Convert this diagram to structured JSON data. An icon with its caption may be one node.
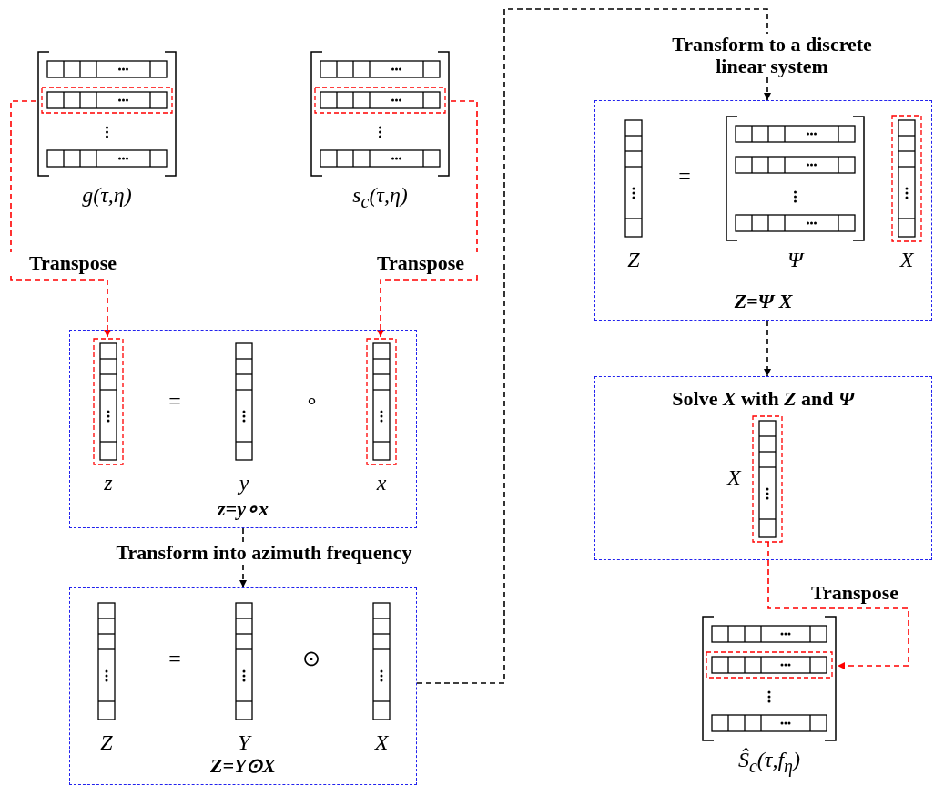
{
  "diagram": {
    "nodes": [
      {
        "text": [
          "g(τ,η)"
        ]
      },
      {
        "text": [
          "s$_{c}$(τ,η)"
        ]
      },
      {
        "text": [
          "z=y∘x"
        ]
      },
      {
        "text": [
          "z"
        ],
        "in": 2
      },
      {
        "text": [
          "y"
        ],
        "in": 2
      },
      {
        "text": [
          "x"
        ],
        "in": 2
      },
      {
        "text": [
          "Z=Y⊙X"
        ]
      },
      {
        "text": [
          "Z"
        ],
        "in": 6
      },
      {
        "text": [
          "Y"
        ],
        "in": 6
      },
      {
        "text": [
          "X"
        ],
        "in": 6
      },
      {
        "text": [
          "Z=Ψ X"
        ]
      },
      {
        "text": [
          "Z"
        ],
        "in": 10
      },
      {
        "text": [
          "Ψ"
        ],
        "in": 10
      },
      {
        "text": [
          "X"
        ],
        "in": 10
      },
      {
        "text": [
          "Solve *X* with *Z* and *Ψ*"
        ]
      },
      {
        "text": [
          "X"
        ],
        "in": 14
      },
      {
        "text": [
          "Ŝ$_{c}$(τ,f$_{η}$)"
        ]
      }
    ],
    "edges": [
      {
        "from": 0,
        "to": 3,
        "arrow": "to",
        "label": "Transpose",
        "style": "dashed",
        "color": "#ff0000"
      },
      {
        "from": 1,
        "to": 5,
        "arrow": "to",
        "label": "Transpose",
        "style": "dashed",
        "color": "#ff0000"
      },
      {
        "from": 2,
        "to": 6,
        "arrow": "to",
        "label": "Transform into azimuth frequency",
        "style": "dashed",
        "color": "#000000"
      },
      {
        "from": 6,
        "to": 10,
        "arrow": "to",
        "label": "Transform to a discrete linear system",
        "style": "dashed",
        "color": "#000000"
      },
      {
        "from": 10,
        "to": 14,
        "arrow": "to",
        "style": "dashed",
        "color": "#000000"
      },
      {
        "from": 15,
        "to": 16,
        "arrow": "to",
        "label": "Transpose",
        "style": "dashed",
        "color": "#ff0000"
      }
    ],
    "labels": [
      "=",
      "∘",
      "=",
      "⊙",
      "="
    ]
  }
}
